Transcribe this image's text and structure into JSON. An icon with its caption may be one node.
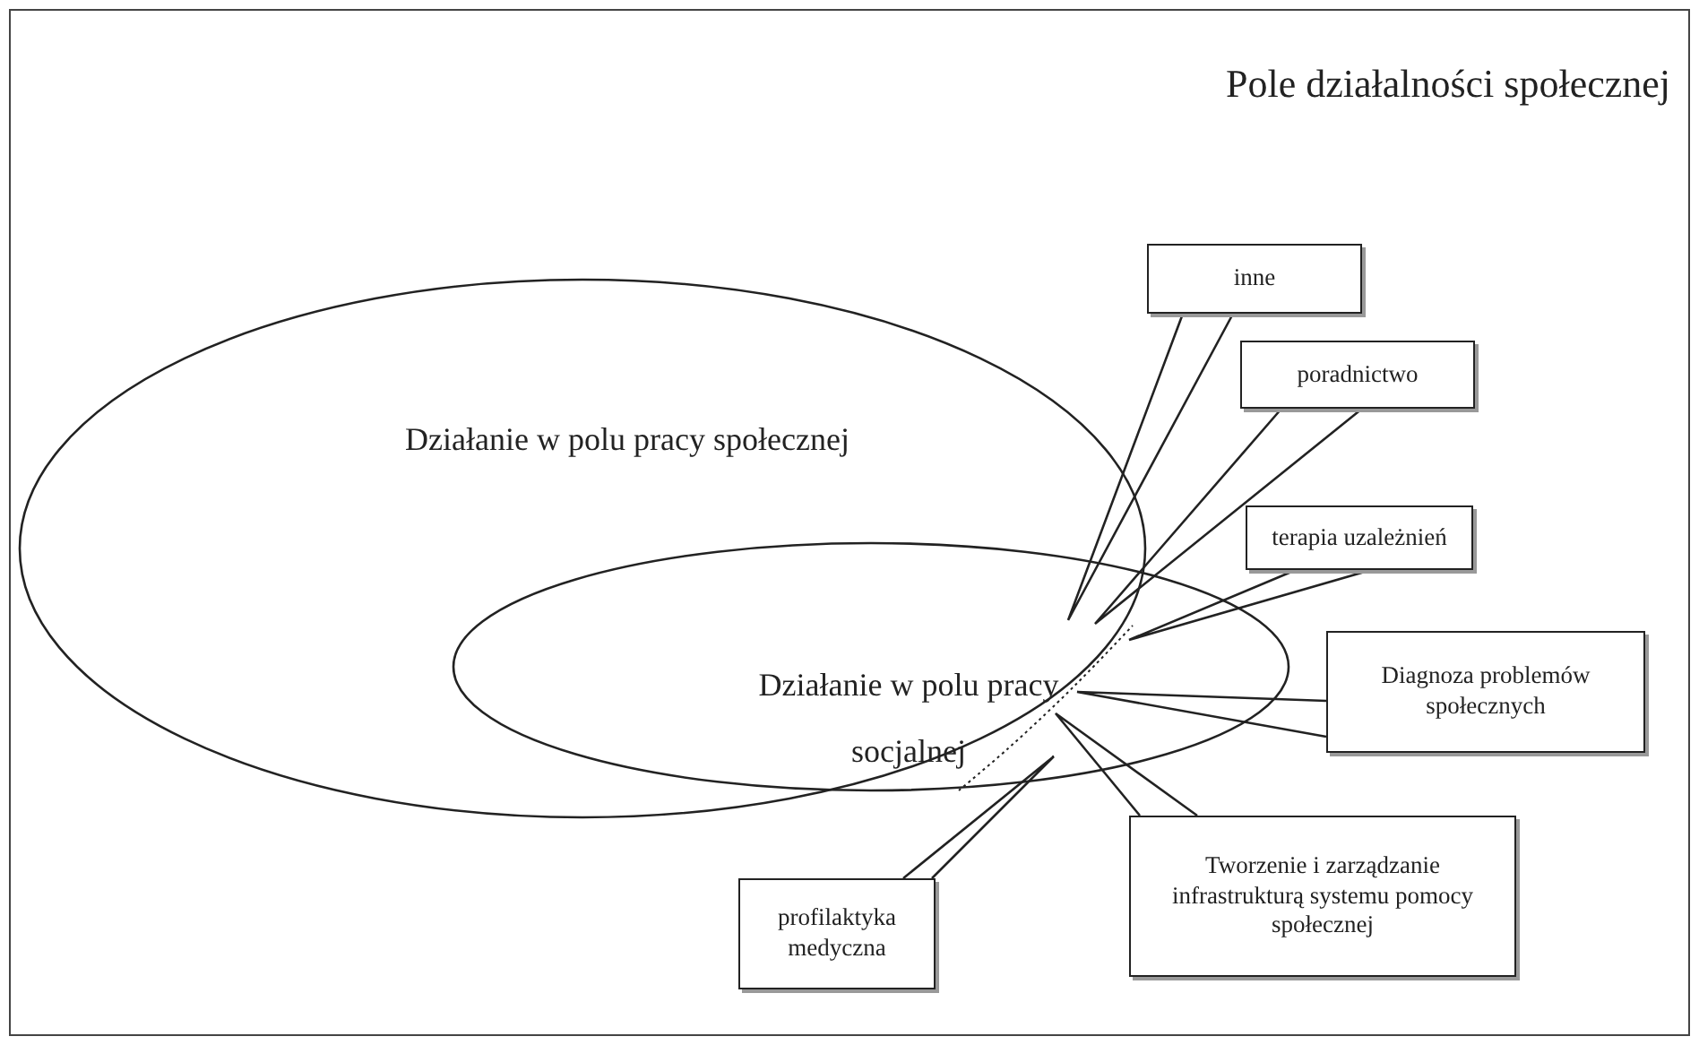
{
  "diagram": {
    "title": "Pole działalności społecznej",
    "nodes": [
      {
        "text": [
          "Działanie w polu pracy społecznej"
        ]
      },
      {
        "text": [
          "Działanie w polu pracy socjalnej"
        ]
      },
      {
        "text": [
          "inne"
        ]
      },
      {
        "text": [
          "poradnictwo"
        ]
      },
      {
        "text": [
          "terapia uzależnień"
        ]
      },
      {
        "text": [
          "Diagnoza problemów społecznych"
        ]
      },
      {
        "text": [
          "Tworzenie i zarządzanie infrastrukturą systemu pomocy społecznej"
        ]
      },
      {
        "text": [
          "profilaktyka medyczna"
        ]
      }
    ],
    "edges": [
      {
        "from": 2,
        "to": null,
        "arrow": "none"
      },
      {
        "from": 3,
        "to": null,
        "arrow": "none"
      },
      {
        "from": 4,
        "to": null,
        "arrow": "none"
      },
      {
        "from": 5,
        "to": null,
        "arrow": "none"
      },
      {
        "from": 6,
        "to": null,
        "arrow": "none"
      },
      {
        "from": 7,
        "to": null,
        "arrow": "none"
      }
    ]
  }
}
